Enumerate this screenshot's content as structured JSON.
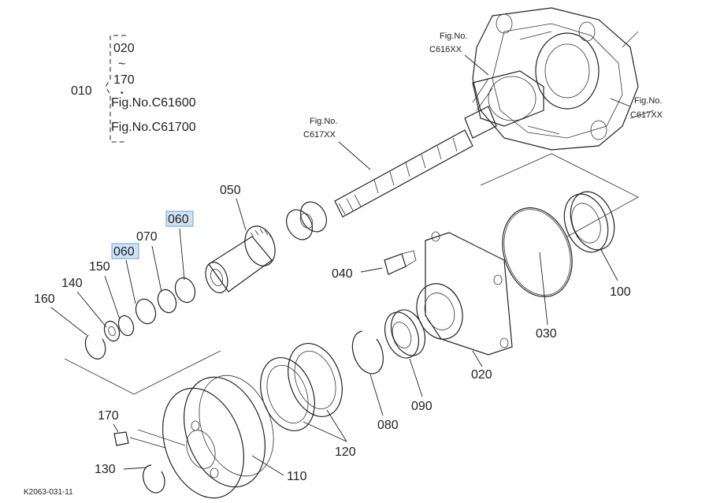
{
  "group": {
    "part_no": "010",
    "range_start": "020",
    "tilde": "~",
    "range_end": "170",
    "dot": "•",
    "fig_a": "Fig.No.C61600",
    "fig_b": "Fig.No.C61700"
  },
  "fig_refs": [
    {
      "line1": "Fig.No.",
      "line2": "C616XX"
    },
    {
      "line1": "Fig.No.",
      "line2": "C617XX"
    },
    {
      "line1": "Fig.No.",
      "line2": "C617XX"
    }
  ],
  "parts": {
    "p020": "020",
    "p030": "030",
    "p040": "040",
    "p050": "050",
    "p060a": "060",
    "p060b": "060",
    "p070": "070",
    "p080": "080",
    "p090": "090",
    "p100": "100",
    "p110": "110",
    "p120": "120",
    "p130": "130",
    "p140": "140",
    "p150": "150",
    "p160": "160",
    "p170": "170"
  },
  "footer": {
    "code": "K2063-031-11"
  },
  "colors": {
    "highlight": "#cfe3f5",
    "line": "#222222"
  }
}
